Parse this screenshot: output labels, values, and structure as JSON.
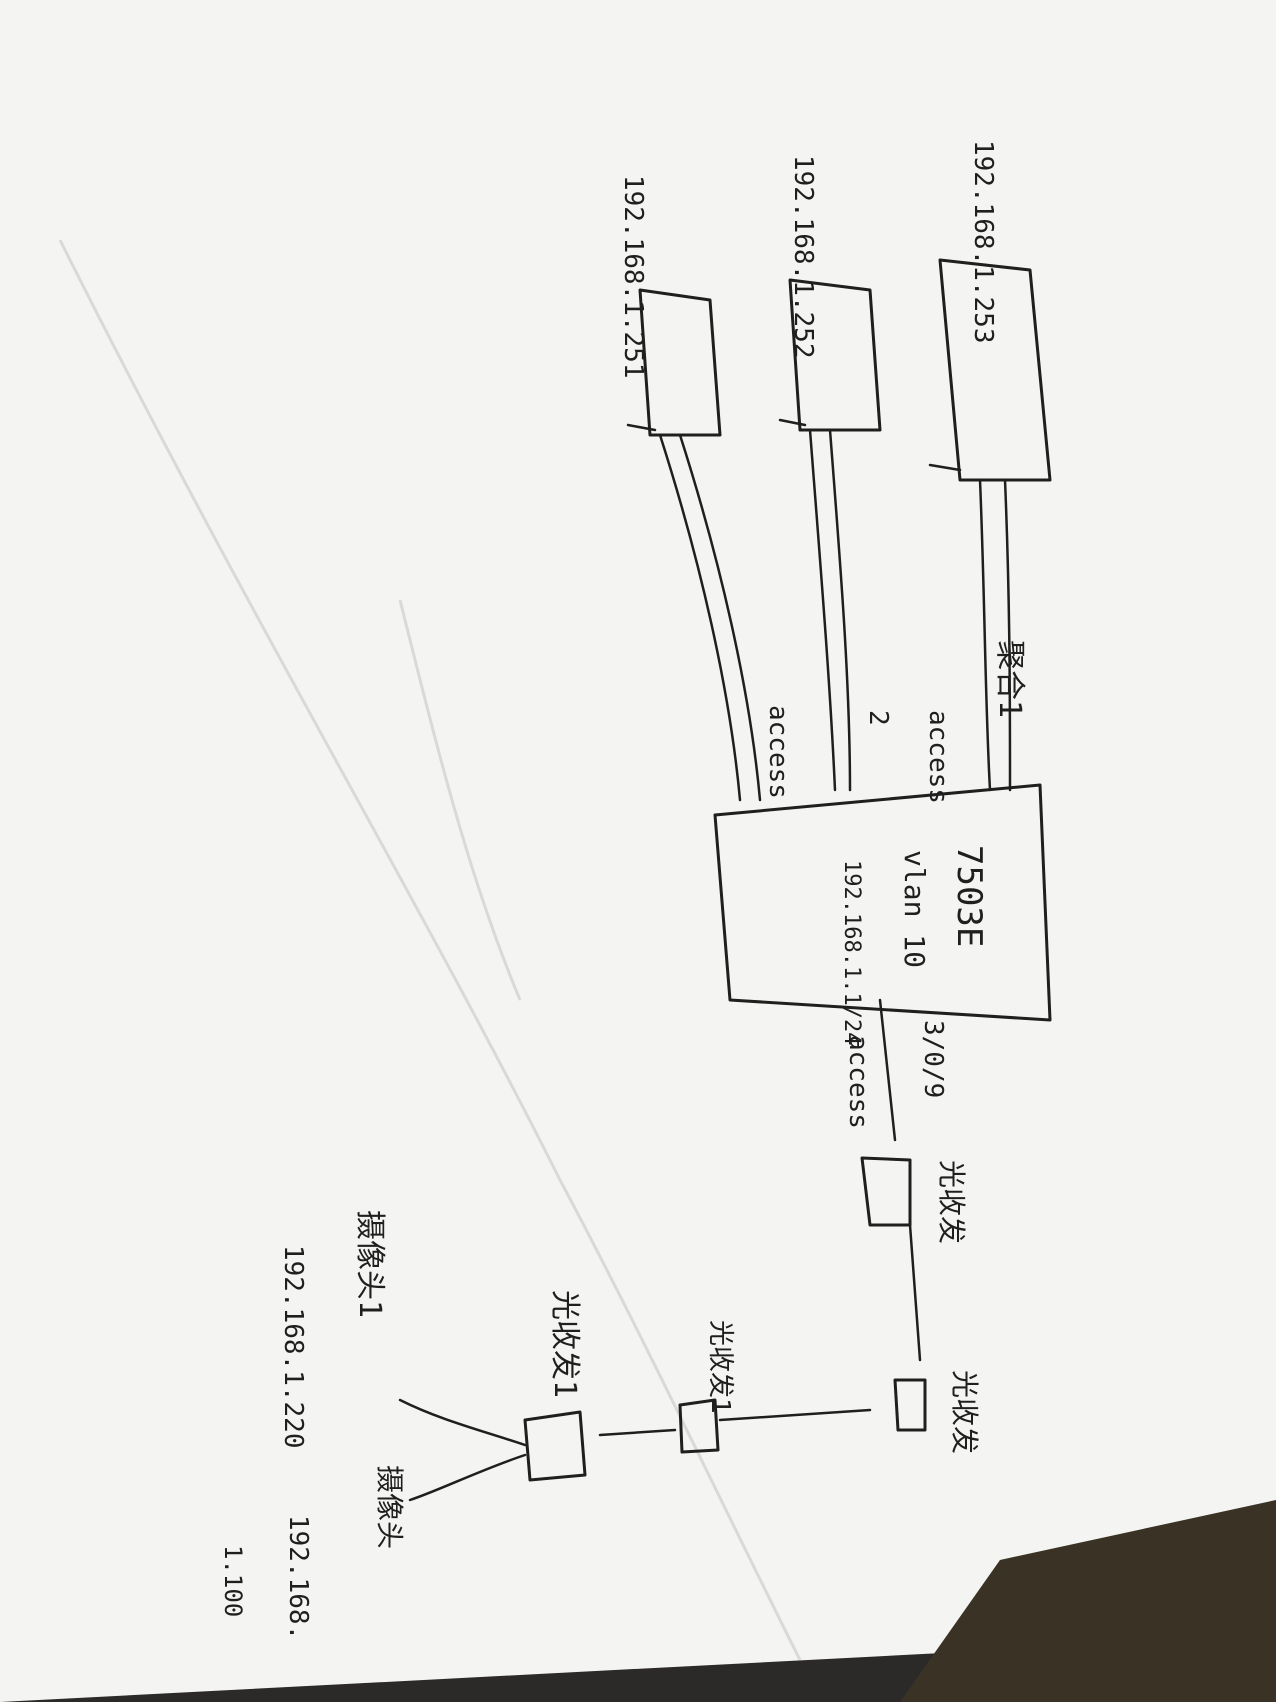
{
  "colors": {
    "paper": "#f4f4f2",
    "ink": "#1f1f1f",
    "background": "#2b2a28"
  },
  "switches": [
    {
      "ip": "192.168.1.253"
    },
    {
      "ip": "192.168.1.252"
    },
    {
      "ip": "192.168.1.251"
    }
  ],
  "links": {
    "aggregate": "聚合1",
    "link1_mode": "access",
    "link2_id": "2",
    "link3_mode": "access"
  },
  "core": {
    "model": "7503E",
    "vlan": "vlan 10",
    "ip": "192.168.1.1/24"
  },
  "uplink": {
    "port": "3/0/9",
    "mode": "access"
  },
  "optical": {
    "transceiver_a": "光收发",
    "transceiver_b": "光收发",
    "transceiver_c": "光收发1",
    "transceiver_d": "光收发1"
  },
  "cameras": {
    "camera1_label": "摄像头1",
    "camera1_ip": "192.168.1.220",
    "camera2_label": "摄像头",
    "camera2_ip": "192.168.",
    "camera2_ip_suffix": "1.100"
  }
}
